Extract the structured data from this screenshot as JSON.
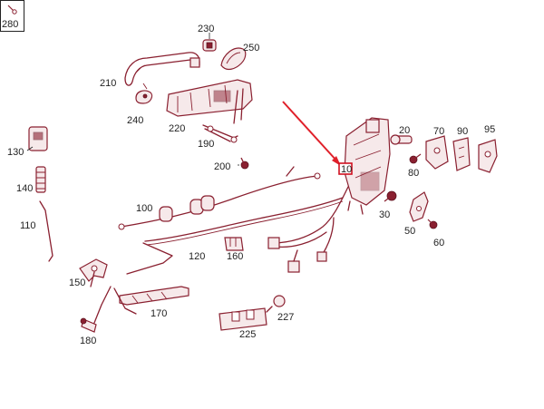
{
  "diagram": {
    "corner_box_label": "280",
    "highlight_label": "10",
    "colors": {
      "line": "#8a2030",
      "arrow": "#e0202a",
      "highlight": "#d01020",
      "text": "#222222"
    },
    "part_labels": [
      {
        "id": "p230",
        "text": "230"
      },
      {
        "id": "p250",
        "text": "250"
      },
      {
        "id": "p210",
        "text": "210"
      },
      {
        "id": "p240",
        "text": "240"
      },
      {
        "id": "p220",
        "text": "220"
      },
      {
        "id": "p190",
        "text": "190"
      },
      {
        "id": "p200",
        "text": "200"
      },
      {
        "id": "p130",
        "text": "130"
      },
      {
        "id": "p140",
        "text": "140"
      },
      {
        "id": "p110",
        "text": "110"
      },
      {
        "id": "p100",
        "text": "100"
      },
      {
        "id": "p120",
        "text": "120"
      },
      {
        "id": "p160",
        "text": "160"
      },
      {
        "id": "p150",
        "text": "150"
      },
      {
        "id": "p170",
        "text": "170"
      },
      {
        "id": "p180",
        "text": "180"
      },
      {
        "id": "p225",
        "text": "225"
      },
      {
        "id": "p227",
        "text": "227"
      },
      {
        "id": "p20",
        "text": "20"
      },
      {
        "id": "p70",
        "text": "70"
      },
      {
        "id": "p90",
        "text": "90"
      },
      {
        "id": "p95",
        "text": "95"
      },
      {
        "id": "p80",
        "text": "80"
      },
      {
        "id": "p30",
        "text": "30"
      },
      {
        "id": "p50",
        "text": "50"
      },
      {
        "id": "p60",
        "text": "60"
      }
    ]
  }
}
